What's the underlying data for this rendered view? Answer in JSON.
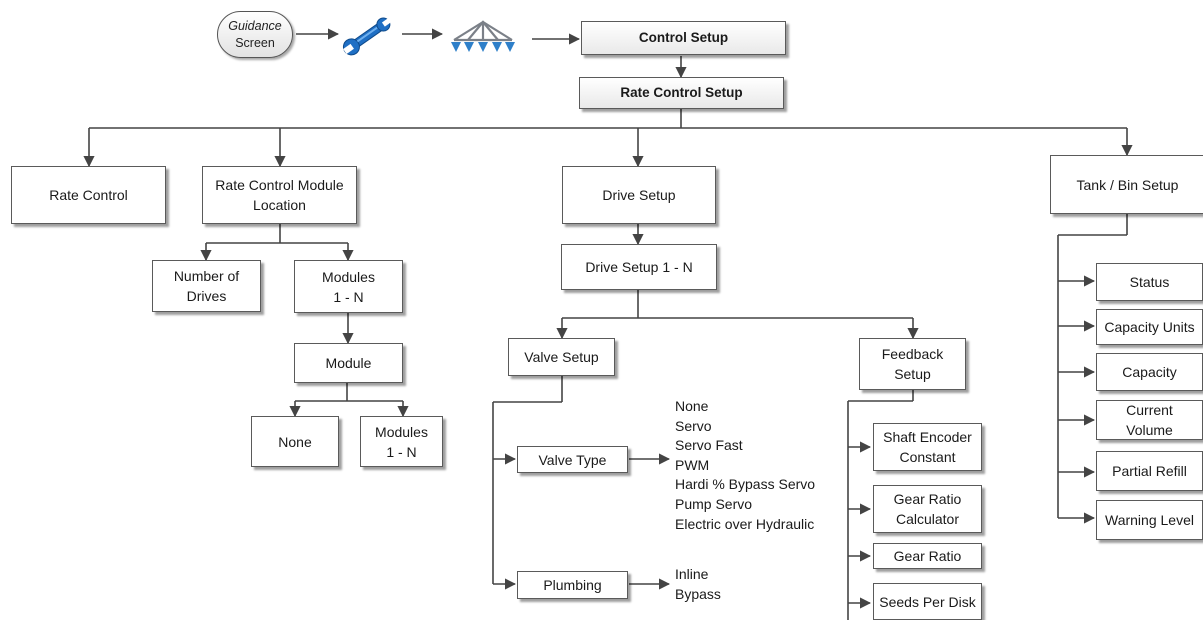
{
  "header": {
    "start_line1": "Guidance",
    "start_line2": "Screen",
    "wrench_icon": "wrench-icon",
    "sprayer_icon": "sprayer-boom-icon",
    "control_setup": "Control Setup",
    "rate_control_setup": "Rate Control Setup"
  },
  "level1": {
    "rate_control": "Rate Control",
    "module_location": "Rate Control Module\nLocation",
    "drive_setup": "Drive Setup",
    "tank_bin_setup": "Tank / Bin Setup"
  },
  "module_branch": {
    "number_of_drives": "Number of\nDrives",
    "modules_1n": "Modules\n1 - N",
    "module": "Module",
    "none": "None",
    "modules_1n_sub": "Modules\n1 - N"
  },
  "drive_branch": {
    "drive_setup_1n": "Drive Setup 1 - N",
    "valve_setup": "Valve Setup",
    "feedback_setup": "Feedback\nSetup",
    "valve_type": "Valve Type",
    "plumbing": "Plumbing",
    "valve_type_options": [
      "None",
      "Servo",
      "Servo Fast",
      "PWM",
      "Hardi % Bypass Servo",
      "Pump Servo",
      "Electric over Hydraulic"
    ],
    "plumbing_options": [
      "Inline",
      "Bypass"
    ],
    "feedback_items": [
      "Shaft Encoder\nConstant",
      "Gear Ratio\nCalculator",
      "Gear Ratio",
      "Seeds Per Disk"
    ]
  },
  "tank_branch": {
    "items": [
      "Status",
      "Capacity Units",
      "Capacity",
      "Current\nVolume",
      "Partial Refill",
      "Warning Level"
    ]
  },
  "colors": {
    "line": "#444444",
    "box_border": "#5a5a5a",
    "wrench": "#1f6fc4",
    "sprayer_frame": "#8a8f96",
    "nozzle": "#2e7fc9"
  }
}
